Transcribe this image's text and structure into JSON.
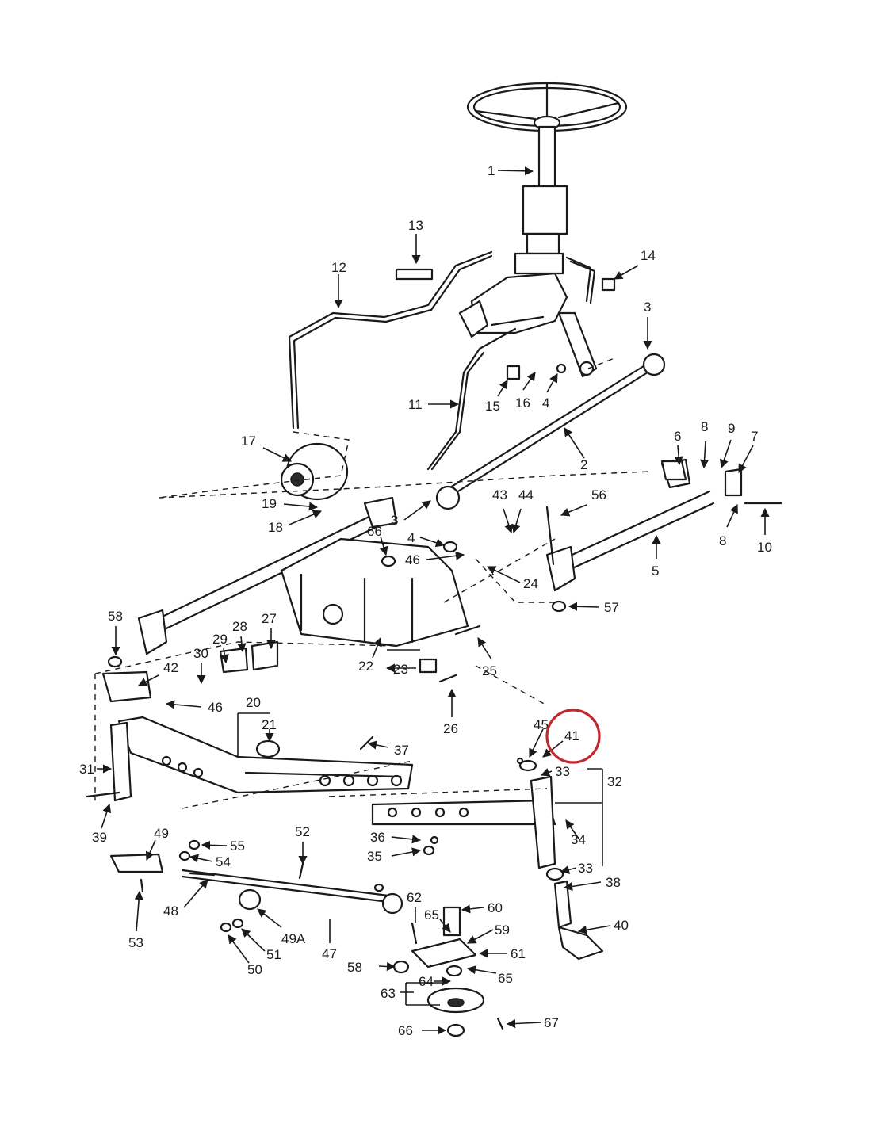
{
  "diagram": {
    "highlight_color": "#c0282d",
    "highlighted_part": "41",
    "callouts": {
      "c1": "1",
      "c2": "2",
      "c3a": "3",
      "c3b": "3",
      "c4a": "4",
      "c4b": "4",
      "c5": "5",
      "c6": "6",
      "c7": "7",
      "c8a": "8",
      "c8b": "8",
      "c9": "9",
      "c10": "10",
      "c11": "11",
      "c12": "12",
      "c13": "13",
      "c14": "14",
      "c15": "15",
      "c16": "16",
      "c17": "17",
      "c18": "18",
      "c19": "19",
      "c20": "20",
      "c21": "21",
      "c22": "22",
      "c23": "23",
      "c24": "24",
      "c25": "25",
      "c26": "26",
      "c27": "27",
      "c28": "28",
      "c29": "29",
      "c30": "30",
      "c31": "31",
      "c32": "32",
      "c33a": "33",
      "c33b": "33",
      "c34": "34",
      "c35": "35",
      "c36": "36",
      "c37": "37",
      "c38": "38",
      "c39": "39",
      "c40": "40",
      "c41": "41",
      "c42": "42",
      "c43": "43",
      "c44": "44",
      "c45": "45",
      "c46a": "46",
      "c46b": "46",
      "c47": "47",
      "c48": "48",
      "c49": "49",
      "c49a": "49A",
      "c50": "50",
      "c51": "51",
      "c52": "52",
      "c53": "53",
      "c54": "54",
      "c55": "55",
      "c56": "56",
      "c57": "57",
      "c58a": "58",
      "c58b": "58",
      "c59": "59",
      "c60": "60",
      "c61": "61",
      "c62": "62",
      "c63": "63",
      "c64": "64",
      "c65a": "65",
      "c65b": "65",
      "c66a": "66",
      "c66b": "66",
      "c67": "67"
    }
  }
}
